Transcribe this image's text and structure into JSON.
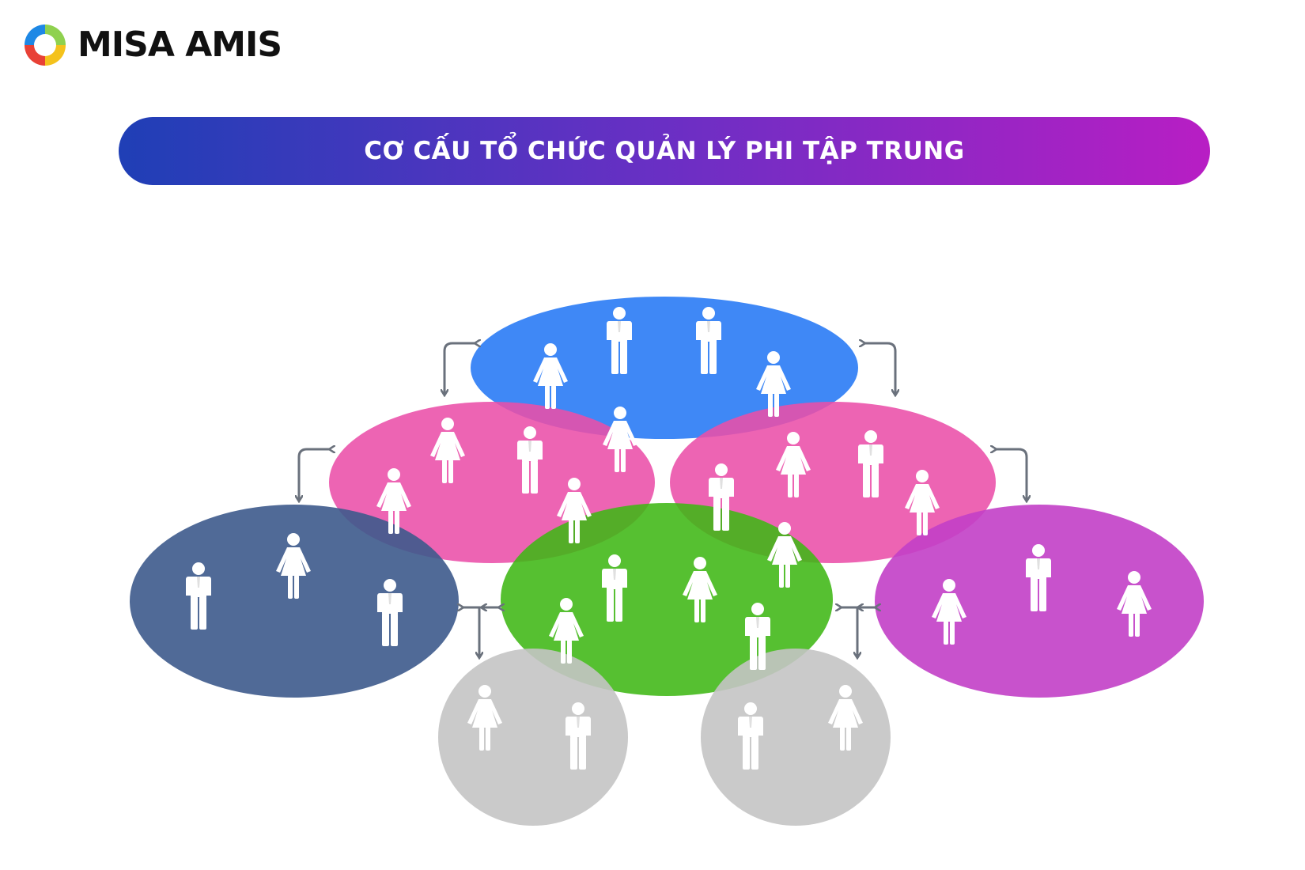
{
  "brand": {
    "name": "MISA AMIS",
    "icon": "misa-amis-logo-icon"
  },
  "banner": {
    "title": "CƠ CẤU TỔ CHỨC QUẢN LÝ PHI TẬP TRUNG",
    "gradient_start": "#1f3fb6",
    "gradient_mid": "#6a2fc4",
    "gradient_end": "#b81ec4"
  },
  "diagram": {
    "groups": [
      {
        "id": "top",
        "color": "#2f7ef5",
        "people": [
          "female",
          "male",
          "male",
          "female"
        ]
      },
      {
        "id": "middle-left",
        "color": "#ea4fa8",
        "people": [
          "female",
          "female",
          "male",
          "female",
          "female"
        ]
      },
      {
        "id": "middle-right",
        "color": "#ea4fa8",
        "people": [
          "male",
          "female",
          "male",
          "female"
        ]
      },
      {
        "id": "left",
        "color": "#3d5a8c",
        "people": [
          "male",
          "female",
          "male"
        ]
      },
      {
        "id": "center",
        "color": "#3fb714",
        "people": [
          "male",
          "female",
          "female",
          "male",
          "female"
        ]
      },
      {
        "id": "right",
        "color": "#c23fc6",
        "people": [
          "female",
          "male",
          "female"
        ]
      },
      {
        "id": "bottom-left",
        "color": "#c4c4c4",
        "people": [
          "female",
          "male"
        ]
      },
      {
        "id": "bottom-right",
        "color": "#c4c4c4",
        "people": [
          "male",
          "female"
        ]
      }
    ],
    "connector_color": "#6a717c",
    "connector_icon": "bidirectional-arrow-icon"
  }
}
